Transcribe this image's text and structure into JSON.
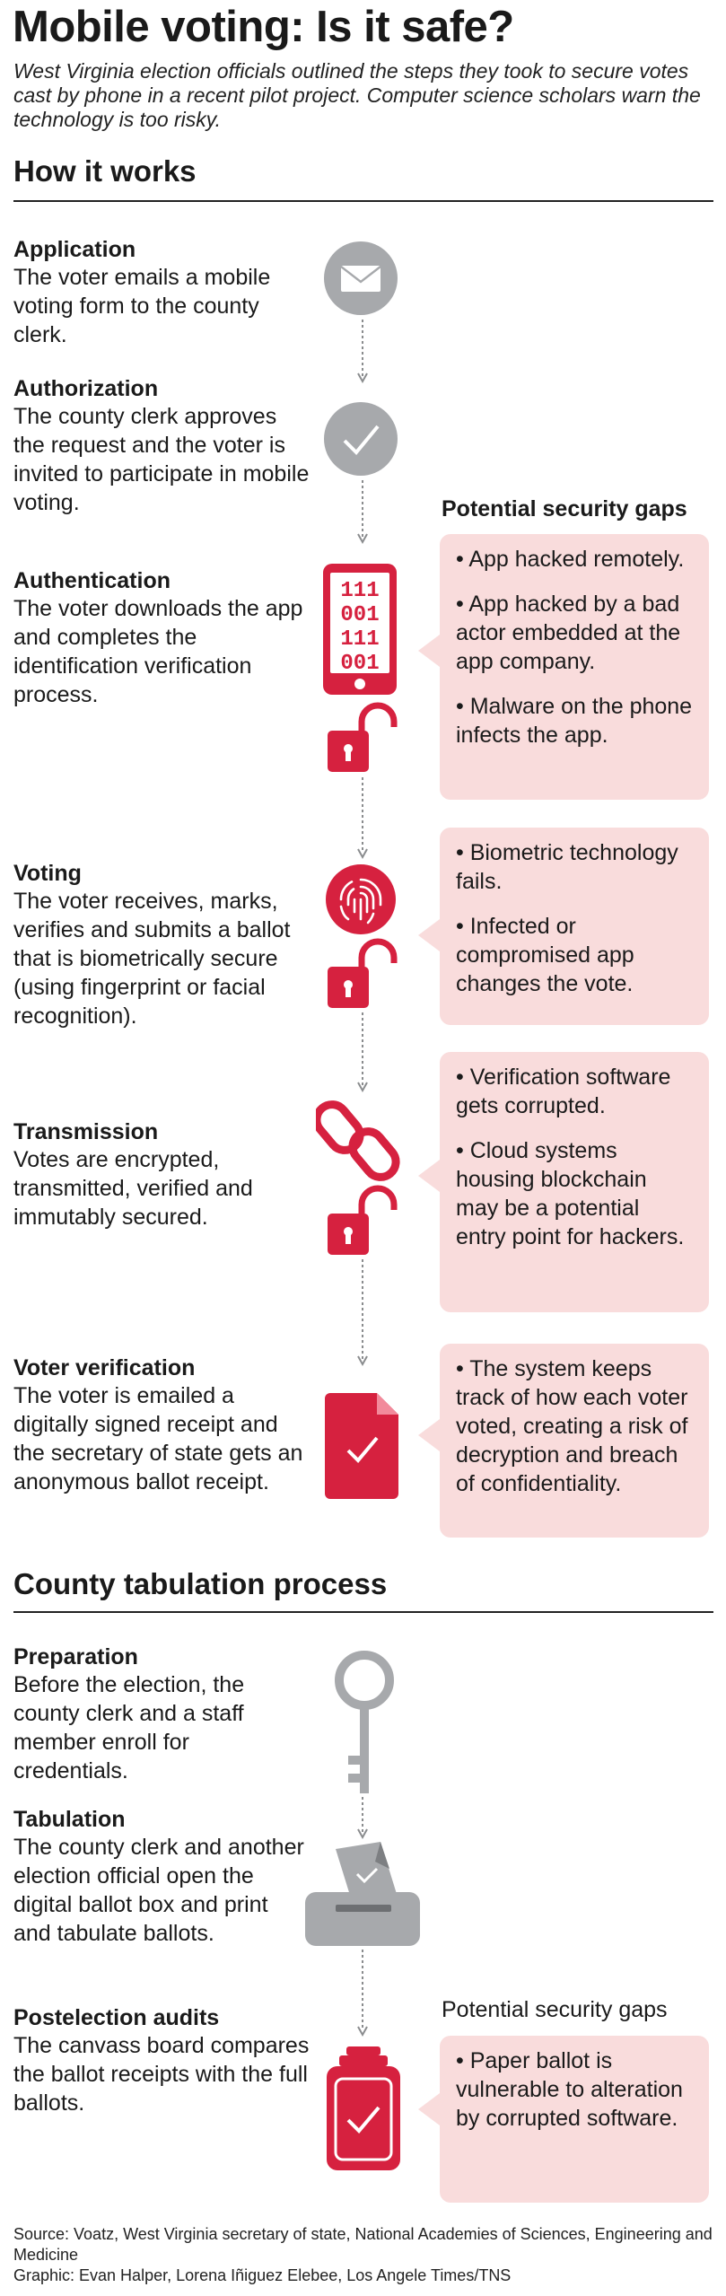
{
  "title": "Mobile voting: Is it safe?",
  "subtitle": "West Virginia election officials outlined the steps they took to secure votes cast by phone in a recent pilot project. Computer science scholars warn the technology is too risky.",
  "how_it_works": {
    "heading": "How it works",
    "gaps_heading": "Potential security gaps",
    "steps": [
      {
        "title": "Application",
        "text": "The voter emails a mobile voting form to the county clerk."
      },
      {
        "title": "Authorization",
        "text": "The county clerk approves the request and the voter is invited to participate in mobile voting."
      },
      {
        "title": "Authentication",
        "text": "The voter downloads the app and completes the identification verification process."
      },
      {
        "title": "Voting",
        "text": "The voter receives, marks, verifies and submits a ballot that is biometrically secure (using fingerprint or facial recognition)."
      },
      {
        "title": "Transmission",
        "text": "Votes are encrypted, transmitted, verified and immutably secured."
      },
      {
        "title": "Voter verification",
        "text": "The voter is emailed a digitally signed receipt and the secretary of state gets an anonymous ballot receipt."
      }
    ],
    "gaps": [
      [
        "• App hacked remotely.",
        "• App hacked by a bad actor embedded at the app company.",
        "• Malware on the phone infects the app."
      ],
      [
        "• Biometric technology fails.",
        "• Infected or compromised app changes the vote."
      ],
      [
        "• Verification software gets corrupted.",
        "• Cloud systems housing blockchain may be a potential entry point for hackers."
      ],
      [
        "• The system keeps track of how each voter voted, creating a risk of decryption and breach of confidentiality."
      ]
    ],
    "binary_rows": [
      "111",
      "001",
      "111",
      "001"
    ]
  },
  "tabulation": {
    "heading": "County tabulation process",
    "gaps_heading": "Potential security gaps",
    "steps": [
      {
        "title": "Preparation",
        "text": "Before the election, the county clerk and a staff member enroll for credentials."
      },
      {
        "title": "Tabulation",
        "text": "The county clerk and another election official open the digital ballot box and print and tabulate ballots."
      },
      {
        "title": "Postelection audits",
        "text": "The canvass board compares the ballot receipts with the full ballots."
      }
    ],
    "gaps": [
      [
        "• Paper ballot is vulnerable to alteration by corrupted software."
      ]
    ]
  },
  "source": "Source: Voatz, West Virginia secretary of state, National Academies of Sciences, Engineering and Medicine",
  "credit": "Graphic: Evan Halper, Lorena Iñiguez Elebee, Los Angele Times/TNS",
  "colors": {
    "accent_red": "#d6213f",
    "gray": "#a7a9ac",
    "callout_pink": "#f9dcdc",
    "rule": "#222222"
  }
}
